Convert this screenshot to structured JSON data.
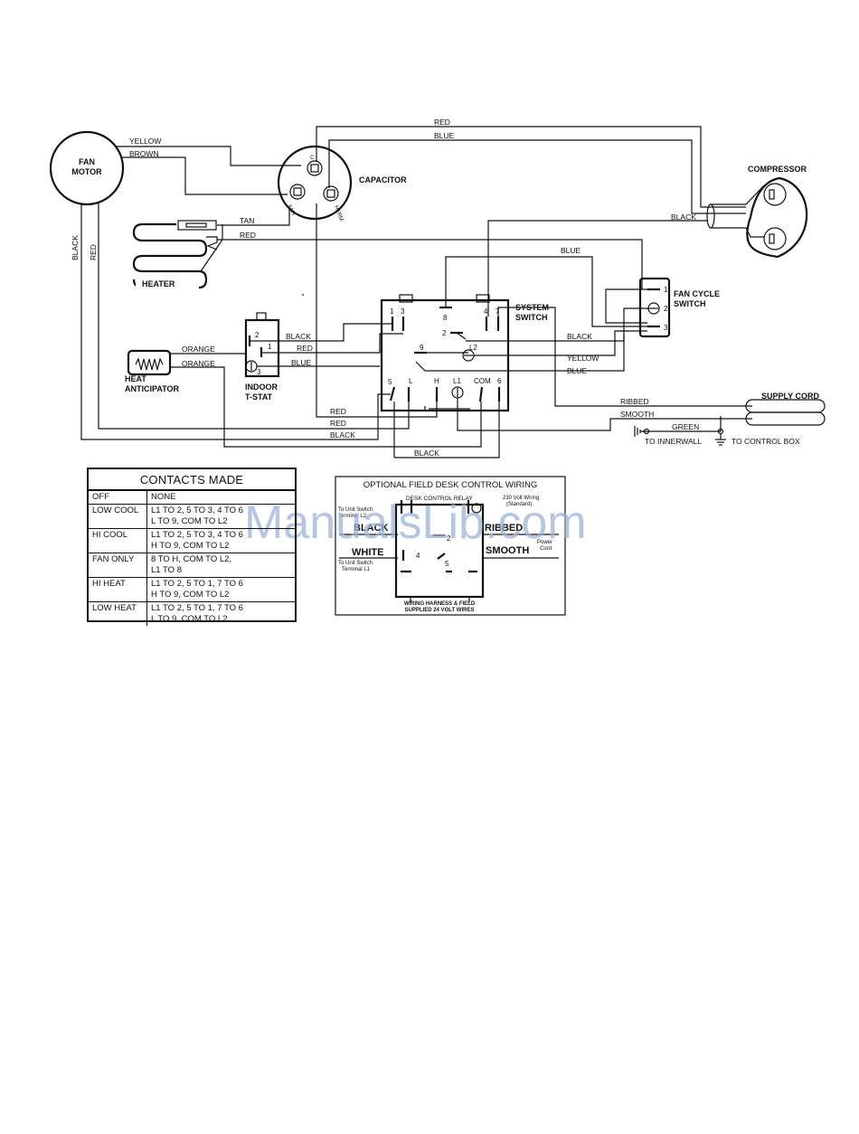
{
  "components": {
    "fan_motor": "FAN\nMOTOR",
    "capacitor": "CAPACITOR",
    "compressor": "COMPRESSOR",
    "heater": "HEATER",
    "system_switch": "SYSTEM\nSWITCH",
    "fan_cycle_switch": "FAN CYCLE\nSWITCH",
    "heat_anticipator": "HEAT\nANTICIPATOR",
    "indoor_tstat": "INDOOR\nT-STAT",
    "supply_cord": "SUPPLY CORD",
    "to_innerwall": "TO INNERWALL",
    "to_control_box": "TO CONTROL BOX"
  },
  "capacitor_terminals": {
    "c": "C",
    "fan": "FAN",
    "herm": "HERM"
  },
  "wires": {
    "red": "RED",
    "blue": "BLUE",
    "yellow": "YELLOW",
    "brown": "BROWN",
    "black": "BLACK",
    "tan": "TAN",
    "orange": "ORANGE",
    "ribbed": "RIBBED",
    "smooth": "SMOOTH",
    "green": "GREEN"
  },
  "terminals": {
    "sys_1": "1",
    "sys_3": "3",
    "sys_8": "8",
    "sys_4": "4",
    "sys_7": "7",
    "sys_2": "2",
    "sys_9": "9",
    "sys_l2": "L2",
    "sys_5": "5",
    "sys_l": "L",
    "sys_h": "H",
    "sys_l1": "L1",
    "sys_com": "COM",
    "sys_6": "6",
    "fcs_1": "1",
    "fcs_2": "2",
    "fcs_3": "3",
    "ts_1": "1",
    "ts_2": "2",
    "ts_3": "3"
  },
  "contacts_table": {
    "title": "CONTACTS MADE",
    "rows": [
      {
        "mode": "OFF",
        "contacts": "NONE"
      },
      {
        "mode": "LOW COOL",
        "contacts": "L1 TO 2, 5 TO 3, 4 TO 6\nL TO 9, COM TO L2"
      },
      {
        "mode": "HI COOL",
        "contacts": "L1 TO 2, 5 TO 3, 4 TO 6\nH TO 9, COM TO L2"
      },
      {
        "mode": "FAN ONLY",
        "contacts": "8 TO H, COM TO L2,\nL1 TO 8"
      },
      {
        "mode": "HI HEAT",
        "contacts": "L1 TO 2, 5 TO 1, 7 TO 6\nH TO 9, COM TO L2"
      },
      {
        "mode": "LOW HEAT",
        "contacts": "L1 TO 2, 5 TO 1, 7 TO 6\nL TO 9, COM TO L2"
      }
    ]
  },
  "desk_control": {
    "title": "OPTIONAL FIELD DESK CONTROL WIRING",
    "relay": "DESK CONTROL RELAY",
    "to_unit_switch_l2": "To Unit Switch\nTerminal L2",
    "wiring_230": "230 Volt Wiring\n(Standard)",
    "black": "BLACK",
    "ribbed": "RIBBED",
    "white": "WHITE",
    "smooth": "SMOOTH",
    "power_cord": "Power\nCord",
    "to_unit_switch_l1": "To Unit Switch\nTerminal L1",
    "relay_2": "2",
    "relay_4": "4",
    "relay_5": "5",
    "harness": "WIRING HARNESS & FIELD\nSUPPLIED 24 VOLT WIRES"
  },
  "watermark": "ManualsLib.com"
}
